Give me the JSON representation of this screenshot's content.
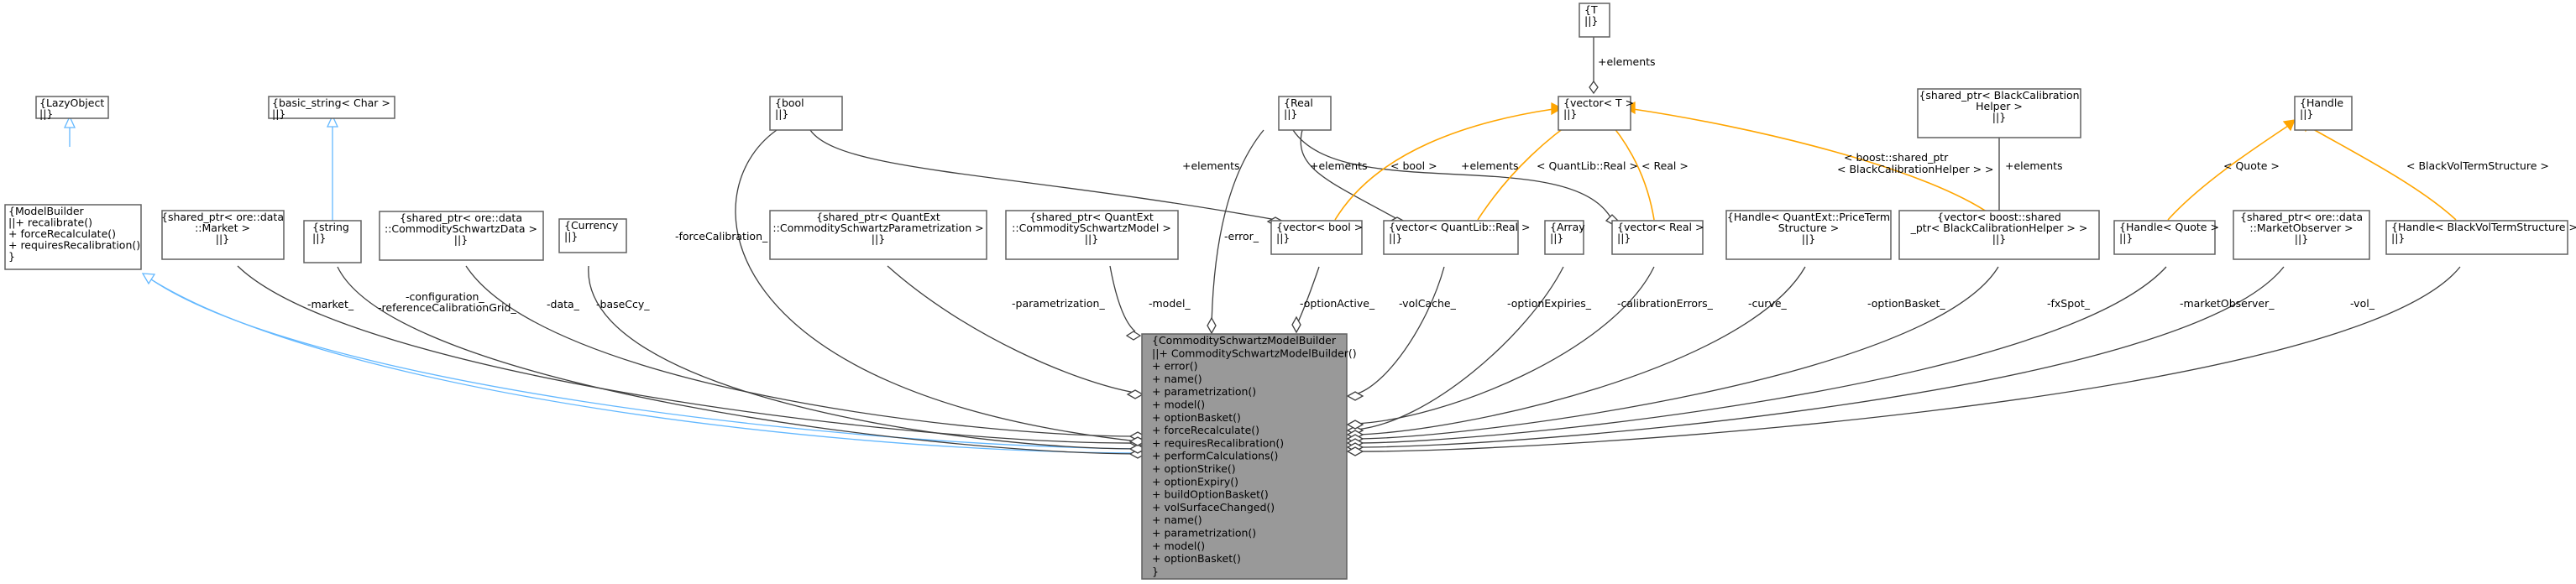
{
  "nodes": {
    "lazy_object": [
      "{LazyObject",
      "||}"
    ],
    "model_builder": [
      "{ModelBuilder",
      "||+ recalibrate()",
      "+ forceRecalculate()",
      "+ requiresRecalibration()",
      "}"
    ],
    "basic_string": [
      "{basic_string< Char >",
      "||}"
    ],
    "string": [
      "{string",
      "||}"
    ],
    "market": [
      "{shared_ptr< ore::data",
      "::Market >",
      "||}"
    ],
    "cs_data": [
      "{shared_ptr< ore::data",
      "::CommoditySchwartzData >",
      "||}"
    ],
    "currency": [
      "{Currency",
      "||}"
    ],
    "bool": [
      "{bool",
      "||}"
    ],
    "param": [
      "{shared_ptr< QuantExt",
      "::CommoditySchwartzParametrization >",
      "||}"
    ],
    "cs_model": [
      "{shared_ptr< QuantExt",
      "::CommoditySchwartzModel >",
      "||}"
    ],
    "real": [
      "{Real",
      "||}"
    ],
    "vector_bool": [
      "{vector< bool >",
      "||}"
    ],
    "vector_ql_real": [
      "{vector< QuantLib::Real >",
      "||}"
    ],
    "t": [
      "{T",
      "||}"
    ],
    "vector_t": [
      "{vector< T >",
      "||}"
    ],
    "array": [
      "{Array",
      "||}"
    ],
    "vector_real": [
      "{vector< Real >",
      "||}"
    ],
    "price_term": [
      "{Handle< QuantExt::PriceTerm",
      "Structure >",
      "||}"
    ],
    "calib_helper": [
      "{shared_ptr< BlackCalibration",
      "Helper >",
      "||}"
    ],
    "vector_calib": [
      "{vector< boost::shared",
      "_ptr< BlackCalibrationHelper > >",
      "||}"
    ],
    "handle": [
      "{Handle",
      "||}"
    ],
    "handle_quote": [
      "{Handle< Quote >",
      "||}"
    ],
    "market_observer": [
      "{shared_ptr< ore::data",
      "::MarketObserver >",
      "||}"
    ],
    "handle_bvts": [
      "{Handle< BlackVolTermStructure >",
      "||}"
    ],
    "main": [
      "{CommoditySchwartzModelBuilder",
      "||+ CommoditySchwartzModelBuilder()",
      "+ error()",
      "+ name()",
      "+ parametrization()",
      "+ model()",
      "+ optionBasket()",
      "+ forceRecalculate()",
      "+ requiresRecalibration()",
      "+ performCalculations()",
      "+ optionStrike()",
      "+ optionExpiry()",
      "+ buildOptionBasket()",
      "+ volSurfaceChanged()",
      "+ name()",
      "+ parametrization()",
      "+ model()",
      "+ optionBasket()",
      "}"
    ]
  },
  "edge_labels": {
    "market": "-market_",
    "configuration": "-configuration_",
    "reference_grid": "-referenceCalibrationGrid_",
    "data": "-data_",
    "base_ccy": "-baseCcy_",
    "force_calibration": "-forceCalibration_",
    "parametrization": "-parametrization_",
    "model": "-model_",
    "error": "-error_",
    "option_active": "-optionActive_",
    "vol_cache": "-volCache_",
    "option_expiries": "-optionExpiries_",
    "calibration_errors": "-calibrationErrors_",
    "curve": "-curve_",
    "option_basket": "-optionBasket_",
    "fx_spot": "-fxSpot_",
    "market_observer": "-marketObserver_",
    "vol": "-vol_",
    "elements_t": "+elements",
    "elements_bool": "+elements",
    "elements_ql_real": "+elements",
    "elements_real": "+elements",
    "elements_calib": "+elements",
    "tmpl_bool": "< bool >",
    "tmpl_ql_real": "< QuantLib::Real >",
    "tmpl_real": "< Real >",
    "tmpl_calib_1": "< boost::shared_ptr",
    "tmpl_calib_2": "< BlackCalibrationHelper > >",
    "tmpl_quote": "< Quote >",
    "tmpl_bvts": "< BlackVolTermStructure >"
  }
}
